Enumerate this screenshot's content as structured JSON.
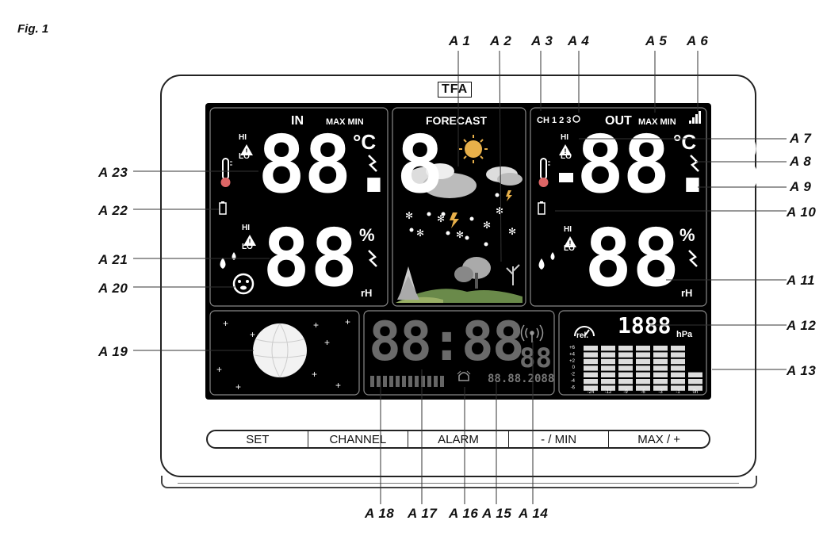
{
  "figure_label": "Fig. 1",
  "brand": "TFA",
  "callouts": {
    "a1": "A 1",
    "a2": "A 2",
    "a3": "A 3",
    "a4": "A 4",
    "a5": "A 5",
    "a6": "A 6",
    "a7": "A 7",
    "a8": "A 8",
    "a9": "A 9",
    "a10": "A 10",
    "a11": "A 11",
    "a12": "A 12",
    "a13": "A 13",
    "a14": "A 14",
    "a15": "A 15",
    "a16": "A 16",
    "a17": "A 17",
    "a18": "A 18",
    "a19": "A 19",
    "a20": "A 20",
    "a21": "A 21",
    "a22": "A 22",
    "a23": "A 23"
  },
  "lcd": {
    "in_label": "IN",
    "max_min": "MAX MIN",
    "forecast": "FORECAST",
    "channel": "CH 1 2 3",
    "out_label": "OUT",
    "out_max_min": "MAX MIN",
    "deg_c": "°C",
    "hi": "HI",
    "lo": "LO",
    "percent": "%",
    "rh": "rH",
    "in_temp": "88.8",
    "out_temp": "88.8",
    "in_hum": "88",
    "out_hum": "88",
    "clock": "88:88",
    "seconds": "88",
    "date": "88.88.2088",
    "pressure": "1888",
    "hpa": "hPa",
    "rel": "rel.",
    "pressure_y_ticks": [
      "+6",
      "+4",
      "+2",
      "0",
      "-2",
      "-4",
      "-6"
    ],
    "pressure_x_ticks": [
      "-24",
      "-12",
      "-9",
      "-6",
      "-3",
      "-1",
      "0h"
    ]
  },
  "buttons": [
    "SET",
    "CHANNEL",
    "ALARM",
    "- / MIN",
    "MAX / +"
  ]
}
